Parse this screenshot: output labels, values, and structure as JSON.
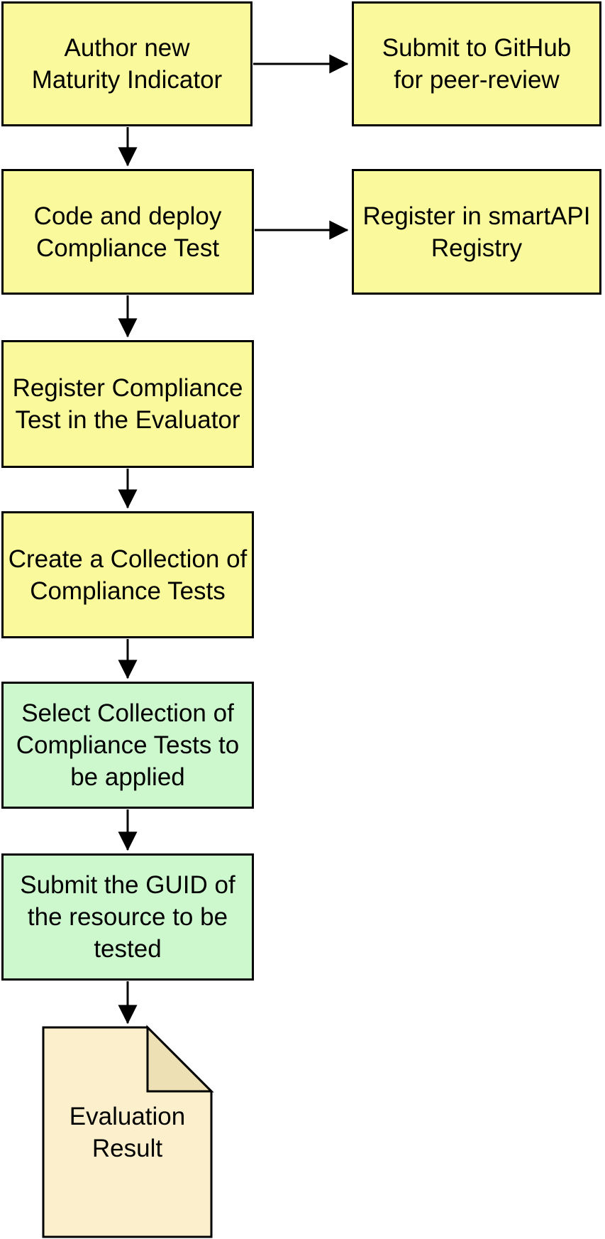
{
  "diagram": {
    "type": "flowchart",
    "background": "#FFFFFF",
    "colors": {
      "process_fill": "#FAFA9D",
      "action_fill": "#CDF7CD",
      "document_fill": "#FCEFCC",
      "document_fold_fill": "#EDE0B4",
      "stroke": "#000000",
      "text": "#000000"
    },
    "nodes": [
      {
        "id": "author-maturity-indicator",
        "shape": "rectangle",
        "fill": "yellow",
        "label": "Author new\nMaturity Indicator"
      },
      {
        "id": "submit-github",
        "shape": "rectangle",
        "fill": "yellow",
        "label": "Submit to GitHub\nfor peer-review"
      },
      {
        "id": "code-deploy-test",
        "shape": "rectangle",
        "fill": "yellow",
        "label": "Code and deploy\nCompliance Test"
      },
      {
        "id": "register-smartapi",
        "shape": "rectangle",
        "fill": "yellow",
        "label": "Register in smartAPI\nRegistry"
      },
      {
        "id": "register-evaluator",
        "shape": "rectangle",
        "fill": "yellow",
        "label": "Register Compliance\nTest in the Evaluator"
      },
      {
        "id": "create-collection",
        "shape": "rectangle",
        "fill": "yellow",
        "label": "Create a Collection of\nCompliance Tests"
      },
      {
        "id": "select-collection",
        "shape": "rectangle",
        "fill": "green",
        "label": "Select Collection of\nCompliance Tests to\nbe applied"
      },
      {
        "id": "submit-guid",
        "shape": "rectangle",
        "fill": "green",
        "label": "Submit the GUID of\nthe resource to be\ntested"
      },
      {
        "id": "evaluation-result",
        "shape": "document",
        "fill": "tan",
        "label": "Evaluation\nResult"
      }
    ],
    "edges": [
      {
        "from": "author-maturity-indicator",
        "to": "submit-github",
        "direction": "right"
      },
      {
        "from": "author-maturity-indicator",
        "to": "code-deploy-test",
        "direction": "down"
      },
      {
        "from": "code-deploy-test",
        "to": "register-smartapi",
        "direction": "right"
      },
      {
        "from": "code-deploy-test",
        "to": "register-evaluator",
        "direction": "down"
      },
      {
        "from": "register-evaluator",
        "to": "create-collection",
        "direction": "down"
      },
      {
        "from": "create-collection",
        "to": "select-collection",
        "direction": "down"
      },
      {
        "from": "select-collection",
        "to": "submit-guid",
        "direction": "down"
      },
      {
        "from": "submit-guid",
        "to": "evaluation-result",
        "direction": "down"
      }
    ]
  }
}
